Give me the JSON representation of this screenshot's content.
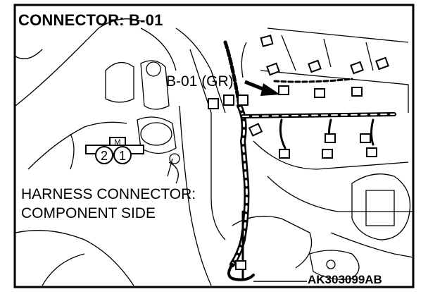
{
  "title": "CONNECTOR: B-01",
  "callout": "B-01 (GR)",
  "harness_caption": {
    "line1": "HARNESS CONNECTOR:",
    "line2": "COMPONENT SIDE"
  },
  "connector_face": {
    "mark": "M",
    "pins": [
      "2",
      "1"
    ]
  },
  "figure_code": "AK303099AB"
}
